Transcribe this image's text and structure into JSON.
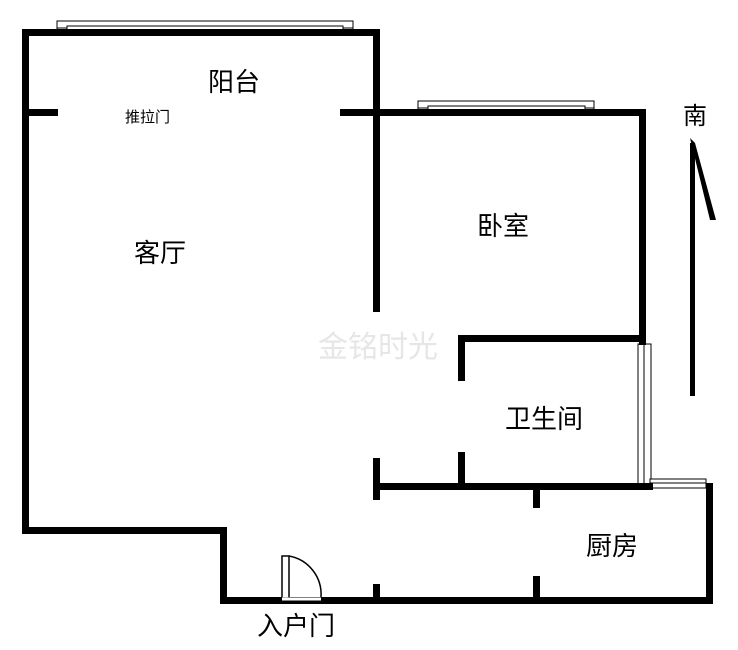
{
  "rooms": {
    "balcony": "阳台",
    "living_room": "客厅",
    "bedroom": "卧室",
    "bathroom": "卫生间",
    "kitchen": "厨房"
  },
  "doors": {
    "sliding_door": "推拉门",
    "entrance_door": "入户门"
  },
  "compass": {
    "direction": "南"
  },
  "watermark": "金铭时光"
}
